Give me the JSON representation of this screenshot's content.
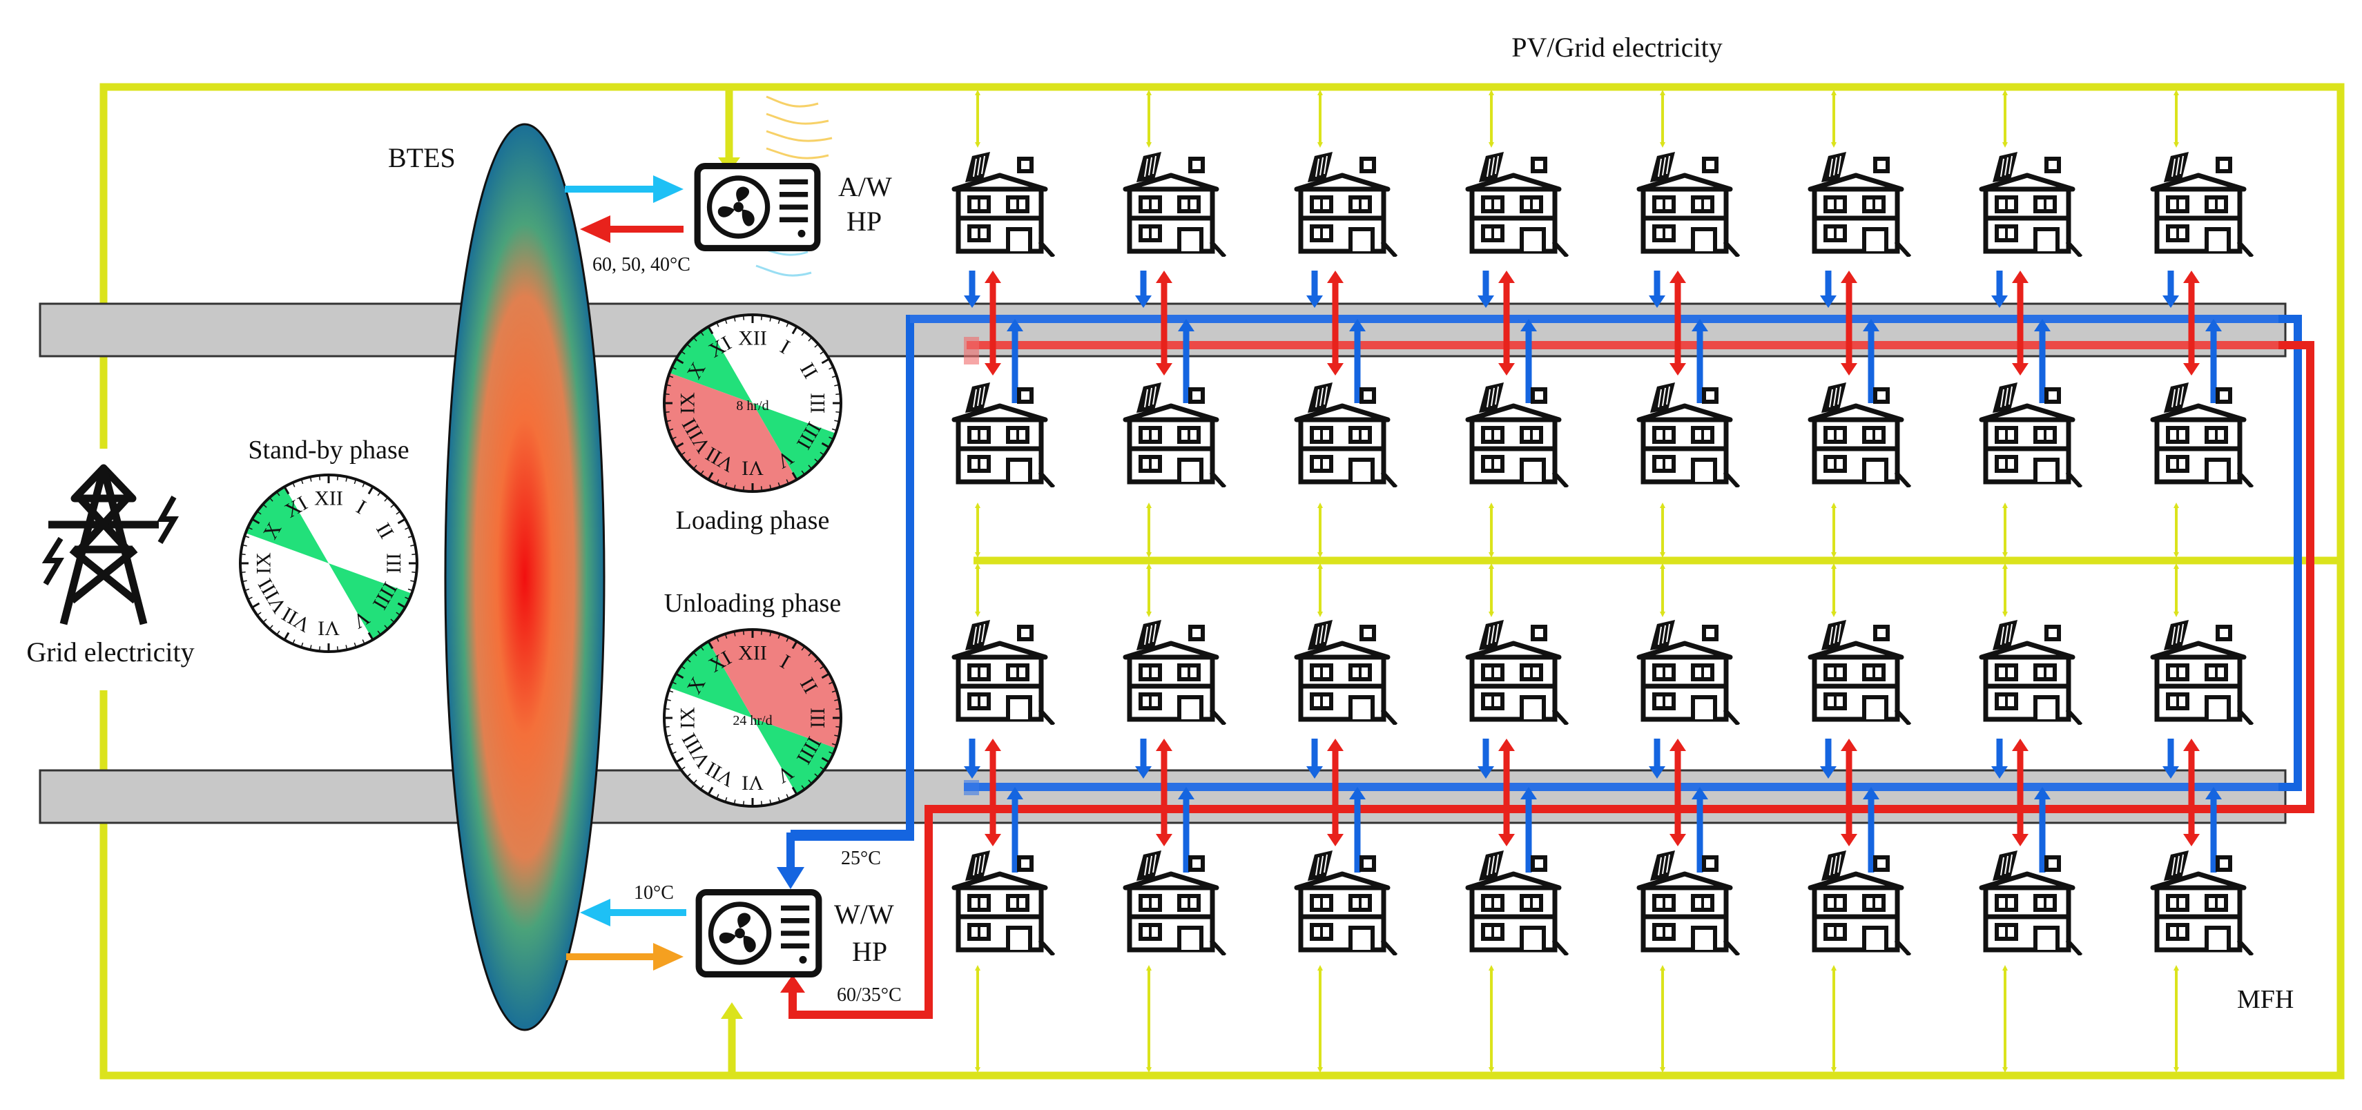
{
  "labels": {
    "pv_grid": "PV/Grid electricity",
    "btes": "BTES",
    "aw_hp_line1": "A/W",
    "aw_hp_line2": "HP",
    "ww_hp_line1": "W/W",
    "ww_hp_line2": "HP",
    "temps_aw": "60, 50, 40°C",
    "temp_10": "10°C",
    "temp_25": "25°C",
    "temps_ww": "60/35°C",
    "standby": "Stand-by phase",
    "loading": "Loading phase",
    "unloading": "Unloading phase",
    "grid": "Grid electricity",
    "mfh": "MFH",
    "clock_loading": "8 hr/d",
    "clock_unloading": "24 hr/d"
  },
  "clock_numerals": [
    "XII",
    "I",
    "II",
    "III",
    "IIII",
    "V",
    "VI",
    "VII",
    "VIII",
    "IX",
    "X",
    "XI"
  ],
  "colors": {
    "grid_line": "#dbe31c",
    "cold_pipe": "#1565e0",
    "hot_pipe": "#e8221c",
    "cold_light": "#1ec0f5",
    "orange": "#f5a020",
    "corridor": "#c8c8c8",
    "green_sector": "#22e07a",
    "red_sector": "#f08080"
  },
  "house_rows": 4,
  "house_columns": 8
}
